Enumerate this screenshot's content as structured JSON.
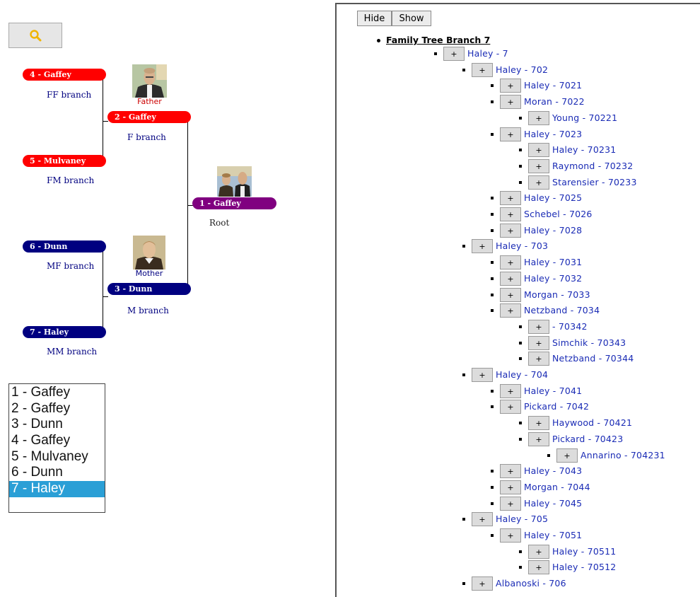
{
  "pedigree": {
    "boxes": {
      "p4": {
        "label": "4 - Gaffey",
        "branch": "FF branch",
        "color": "#ff0000"
      },
      "p5": {
        "label": "5 - Mulvaney",
        "branch": "FM branch",
        "color": "#ff0000"
      },
      "p2": {
        "label": "2 - Gaffey",
        "branch": "F branch",
        "color": "#ff0000"
      },
      "p1": {
        "label": "1 - Gaffey",
        "branch": "Root",
        "color": "#800080"
      },
      "p6": {
        "label": "6 - Dunn",
        "branch": "MF branch",
        "color": "#000080"
      },
      "p7": {
        "label": "7 - Haley",
        "branch": "MM branch",
        "color": "#000080"
      },
      "p3": {
        "label": "3 - Dunn",
        "branch": "M branch",
        "color": "#000080"
      }
    },
    "father_caption": "Father",
    "mother_caption": "Mother"
  },
  "listbox": {
    "options": [
      "1 - Gaffey",
      "2 - Gaffey",
      "3 - Dunn",
      "4 - Gaffey",
      "5 - Mulvaney",
      "6 - Dunn",
      "7 - Haley"
    ],
    "selected": "7 - Haley"
  },
  "tree": {
    "hide_label": "Hide",
    "show_label": "Show",
    "expand_symbol": "+",
    "root_title": "Family Tree Branch 7",
    "nodes": [
      "Haley - 7",
      "Haley - 702",
      "Haley - 7021",
      "Moran - 7022",
      "Young - 70221",
      "Haley - 7023",
      "Haley - 70231",
      "Raymond - 70232",
      "Starensier - 70233",
      "Haley - 7025",
      "Schebel - 7026",
      "Haley - 7028",
      "Haley - 703",
      "Haley - 7031",
      "Haley - 7032",
      "Morgan - 7033",
      "Netzband - 7034",
      "- 70342",
      "Simchik - 70343",
      "Netzband - 70344",
      "Haley - 704",
      "Haley - 7041",
      "Pickard - 7042",
      "Haywood - 70421",
      "Pickard - 70423",
      "Annarino - 704231",
      "Haley - 7043",
      "Morgan - 7044",
      "Haley - 7045",
      "Haley - 705",
      "Haley - 7051",
      "Haley - 70511",
      "Haley - 70512",
      "Albanoski - 706"
    ]
  }
}
